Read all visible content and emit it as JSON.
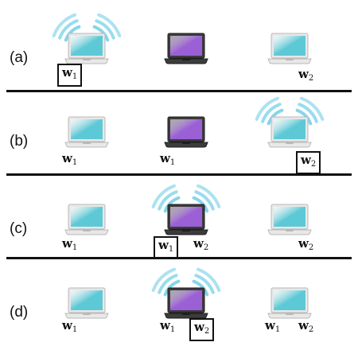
{
  "diagram": {
    "rows": [
      {
        "label": "(a)",
        "laptops": [
          {
            "type": "light",
            "broadcasting": true
          },
          {
            "type": "dark",
            "broadcasting": false
          },
          {
            "type": "light",
            "broadcasting": false
          }
        ],
        "symbols": [
          {
            "laptop": 0,
            "text": "w",
            "sub": "1",
            "boxed": true
          },
          {
            "laptop": 2,
            "text": "w",
            "sub": "2",
            "boxed": false
          }
        ]
      },
      {
        "label": "(b)",
        "laptops": [
          {
            "type": "light",
            "broadcasting": false
          },
          {
            "type": "dark",
            "broadcasting": false
          },
          {
            "type": "light",
            "broadcasting": true
          }
        ],
        "symbols": [
          {
            "laptop": 0,
            "text": "w",
            "sub": "1",
            "boxed": false
          },
          {
            "laptop": 1,
            "text": "w",
            "sub": "1",
            "boxed": false
          },
          {
            "laptop": 2,
            "text": "w",
            "sub": "2",
            "boxed": true
          }
        ]
      },
      {
        "label": "(c)",
        "laptops": [
          {
            "type": "light",
            "broadcasting": false
          },
          {
            "type": "dark",
            "broadcasting": true
          },
          {
            "type": "light",
            "broadcasting": false
          }
        ],
        "symbols": [
          {
            "laptop": 0,
            "text": "w",
            "sub": "1",
            "boxed": false
          },
          {
            "laptop": 1,
            "text": "w",
            "sub": "1",
            "boxed": true
          },
          {
            "laptop": 1,
            "text": "w",
            "sub": "2",
            "boxed": false
          },
          {
            "laptop": 2,
            "text": "w",
            "sub": "2",
            "boxed": false
          }
        ]
      },
      {
        "label": "(d)",
        "laptops": [
          {
            "type": "light",
            "broadcasting": false
          },
          {
            "type": "dark",
            "broadcasting": true
          },
          {
            "type": "light",
            "broadcasting": false
          }
        ],
        "symbols": [
          {
            "laptop": 0,
            "text": "w",
            "sub": "1",
            "boxed": false
          },
          {
            "laptop": 1,
            "text": "w",
            "sub": "1",
            "boxed": false
          },
          {
            "laptop": 1,
            "text": "w",
            "sub": "2",
            "boxed": true
          },
          {
            "laptop": 2,
            "text": "w",
            "sub": "1",
            "boxed": false
          },
          {
            "laptop": 2,
            "text": "w",
            "sub": "2",
            "boxed": false
          }
        ]
      }
    ],
    "colors": {
      "light_screen": "#5ec9d6",
      "dark_screen": "#9b5fd6",
      "light_body": "#e8e8e8",
      "dark_body": "#3c3c3c",
      "wifi": "#7fd3ea",
      "ink": "#111111"
    }
  }
}
